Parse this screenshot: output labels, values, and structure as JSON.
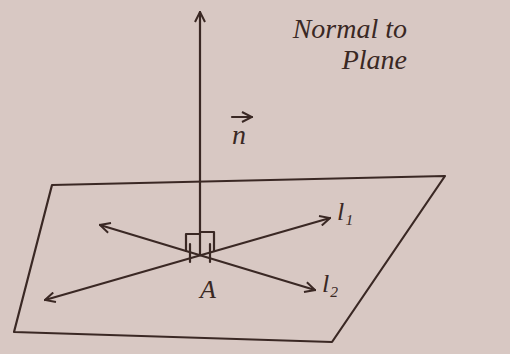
{
  "diagram": {
    "labels": [
      "Normal to Plane",
      "n",
      "l₁",
      "l₂",
      "A"
    ]
  }
}
